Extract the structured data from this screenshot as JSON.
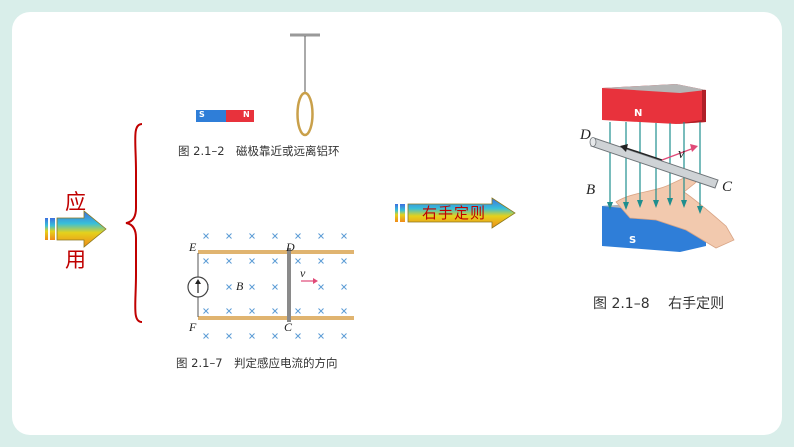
{
  "left_arrow": {
    "char1": "应",
    "char2": "用"
  },
  "fig_2_1_2": {
    "caption": "图 2.1–2　磁极靠近或远离铝环",
    "magnet_s": "S",
    "magnet_n": "N"
  },
  "fig_2_1_7": {
    "caption": "图 2.1–7　判定感应电流的方向",
    "label_e": "E",
    "label_d": "D",
    "label_f": "F",
    "label_c": "C",
    "label_b": "B",
    "label_v": "v"
  },
  "middle_arrow": {
    "text": "右手定则"
  },
  "fig_2_1_8": {
    "caption": "图 2.1–8　 右手定则",
    "pole_n": "N",
    "pole_s": "S",
    "label_d": "D",
    "label_b": "B",
    "label_c": "C",
    "label_v": "v"
  },
  "colors": {
    "background": "#d9eeea",
    "red_text": "#c00000",
    "magnet_red": "#e8323c",
    "magnet_blue": "#2f7ed8",
    "rail": "#e0b470",
    "field_cross": "#5b9bd5"
  }
}
